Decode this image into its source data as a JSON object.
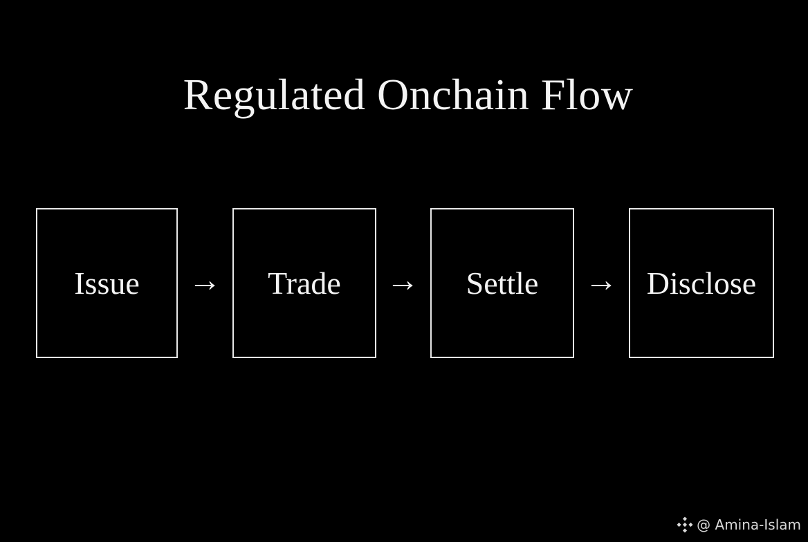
{
  "title": "Regulated Onchain Flow",
  "steps": [
    {
      "label": "Issue"
    },
    {
      "label": "Trade"
    },
    {
      "label": "Settle"
    },
    {
      "label": "Disclose"
    }
  ],
  "arrow_glyph": "→",
  "watermark": {
    "icon": "binance-logo-icon",
    "text": "@ Amina-Islam"
  },
  "colors": {
    "background": "#000000",
    "foreground": "#f2f2f2"
  }
}
